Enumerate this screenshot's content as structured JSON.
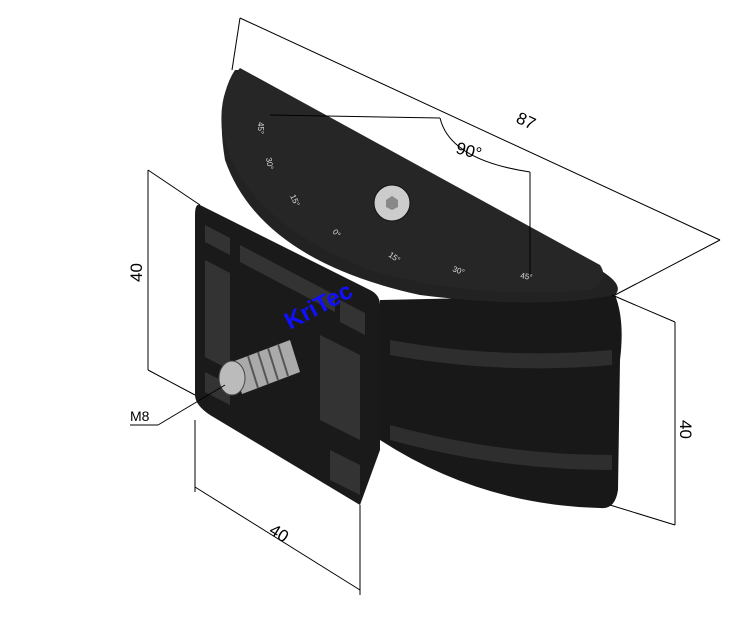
{
  "drawing": {
    "brand_label": "KriTec",
    "dimensions": {
      "length": "87",
      "angle": "90°",
      "height_left": "40",
      "height_right": "40",
      "width_bottom": "40",
      "thread": "M8"
    },
    "dial_labels": [
      "45°",
      "30°",
      "15°",
      "0°",
      "15°",
      "30°",
      "45°"
    ],
    "colors": {
      "body": "#1c1c1c",
      "brand": "#1010ff",
      "lines": "#000000"
    }
  }
}
